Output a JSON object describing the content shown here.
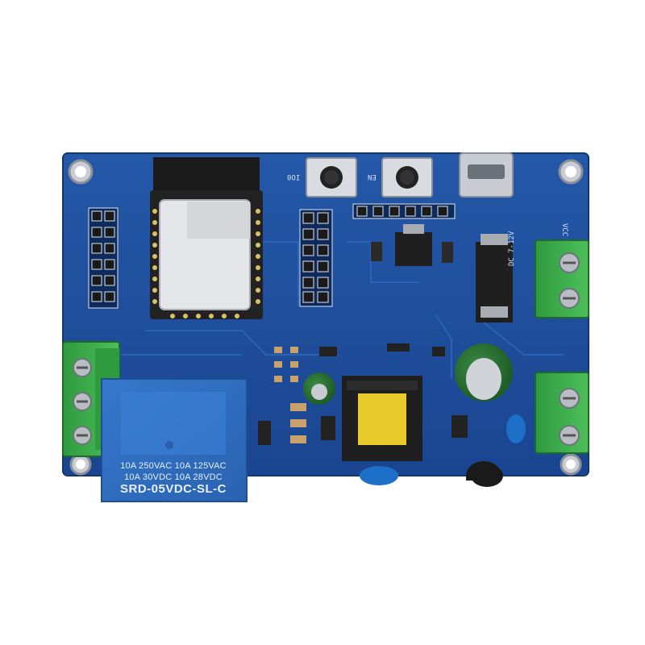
{
  "relay": {
    "rating_line1": "10A 250VAC  10A 125VAC",
    "rating_line2": "10A  30VDC  10A  28VDC",
    "model": "SRD-05VDC-SL-C"
  },
  "silkscreen": {
    "dc_input": "DC 7-12V",
    "vcc": "VCC",
    "btn_left": "IO0",
    "btn_right": "EN"
  },
  "colors": {
    "pcb": "#1d4d9a",
    "pcb_dark": "#173f80",
    "relay": "#2f6fc4",
    "terminal": "#3cae4a",
    "background": "#ffffff"
  }
}
